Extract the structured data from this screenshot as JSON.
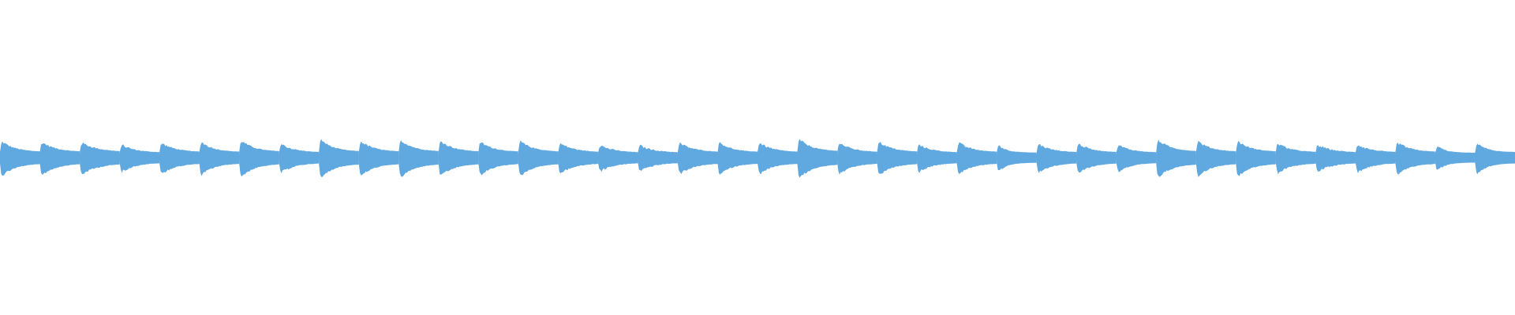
{
  "waveform": {
    "color": "#5fa8e0",
    "background_color": "#ffffff",
    "notes": [
      {
        "peak": 0.82,
        "decay": 0.55
      },
      {
        "peak": 0.78,
        "decay": 0.6
      },
      {
        "peak": 0.74,
        "decay": 0.7
      },
      {
        "peak": 0.62,
        "decay": 0.55
      },
      {
        "peak": 0.72,
        "decay": 0.6
      },
      {
        "peak": 0.8,
        "decay": 0.5
      },
      {
        "peak": 0.88,
        "decay": 0.55
      },
      {
        "peak": 0.66,
        "decay": 0.55
      },
      {
        "peak": 0.96,
        "decay": 0.5
      },
      {
        "peak": 0.84,
        "decay": 0.55
      },
      {
        "peak": 0.92,
        "decay": 0.55
      },
      {
        "peak": 0.86,
        "decay": 0.55
      },
      {
        "peak": 0.8,
        "decay": 0.55
      },
      {
        "peak": 0.84,
        "decay": 0.55
      },
      {
        "peak": 0.7,
        "decay": 0.6
      },
      {
        "peak": 0.58,
        "decay": 0.6
      },
      {
        "peak": 0.56,
        "decay": 0.6
      },
      {
        "peak": 0.72,
        "decay": 0.6
      },
      {
        "peak": 0.78,
        "decay": 0.5
      },
      {
        "peak": 0.74,
        "decay": 0.55
      },
      {
        "peak": 0.96,
        "decay": 0.55
      },
      {
        "peak": 0.74,
        "decay": 0.55
      },
      {
        "peak": 0.8,
        "decay": 0.55
      },
      {
        "peak": 0.62,
        "decay": 0.55
      },
      {
        "peak": 0.74,
        "decay": 0.55
      },
      {
        "peak": 0.6,
        "decay": 0.35
      },
      {
        "peak": 0.66,
        "decay": 0.55
      },
      {
        "peak": 0.68,
        "decay": 0.55
      },
      {
        "peak": 0.6,
        "decay": 0.55
      },
      {
        "peak": 0.92,
        "decay": 0.55
      },
      {
        "peak": 0.84,
        "decay": 0.55
      },
      {
        "peak": 0.84,
        "decay": 0.55
      },
      {
        "peak": 0.7,
        "decay": 0.55
      },
      {
        "peak": 0.6,
        "decay": 0.6
      },
      {
        "peak": 0.62,
        "decay": 0.6
      },
      {
        "peak": 0.76,
        "decay": 0.55
      },
      {
        "peak": 0.54,
        "decay": 0.35
      },
      {
        "peak": 0.76,
        "decay": 0.4
      }
    ]
  }
}
